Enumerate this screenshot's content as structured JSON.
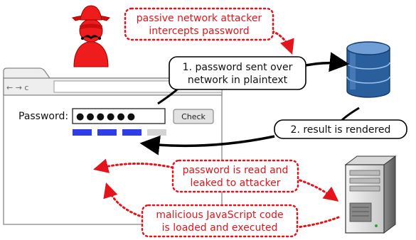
{
  "browser": {
    "nav_glyphs": "← → c",
    "password_label": "Password:",
    "password_value": "●●●●●●",
    "check_button_label": "Check",
    "strength_meter": {
      "filled_segments": 3,
      "total_segments": 4
    }
  },
  "annotations": {
    "attacker_note": [
      "passive network attacker",
      "intercepts password"
    ],
    "sent_note": [
      "1. password sent over",
      "network in plaintext"
    ],
    "result_note": "2. result is rendered",
    "leak_note": [
      "password is read and",
      "leaked to attacker"
    ],
    "malicious_note": [
      "malicious JavaScript code",
      "is loaded and executed"
    ]
  },
  "icons": {
    "attacker": "spy-icon",
    "database": "database-icon",
    "server": "server-icon"
  },
  "colors": {
    "attack_red": "#e3141b",
    "meter_blue": "#2f3de8",
    "meter_gray": "#d3d3d3",
    "db_blue": "#2a5f9e"
  }
}
